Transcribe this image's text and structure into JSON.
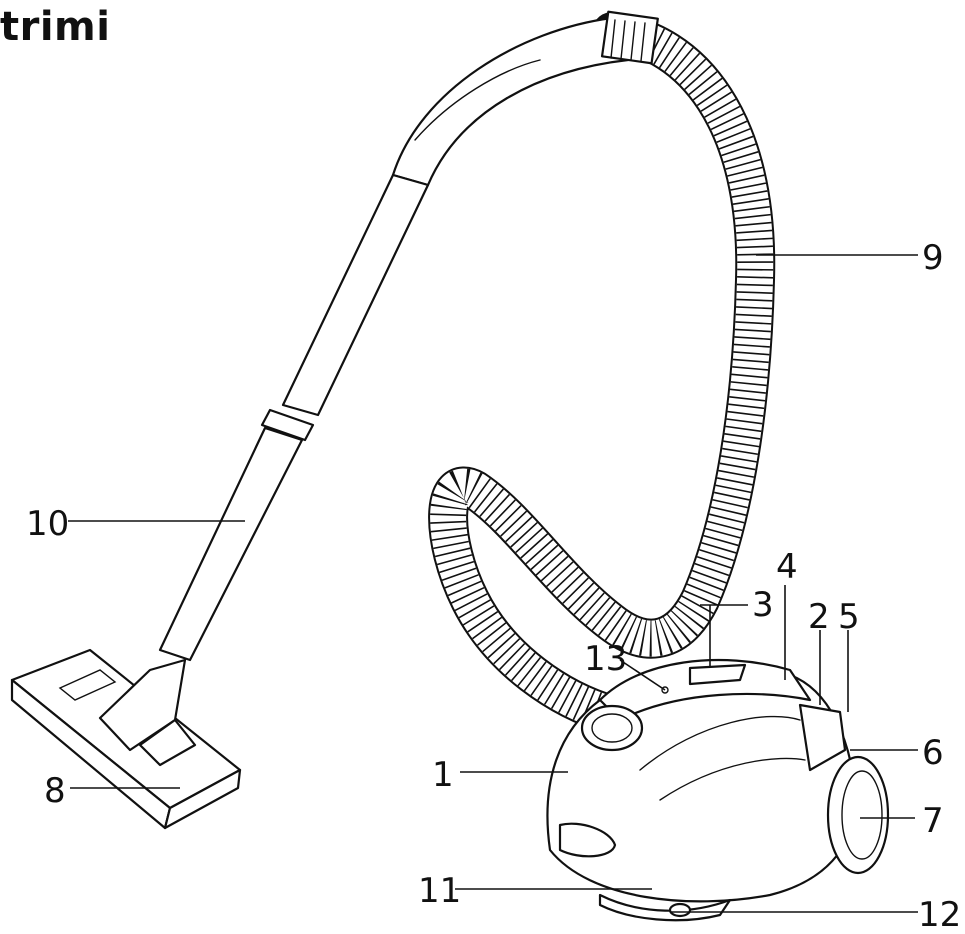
{
  "title": "trimi",
  "labels": {
    "l1": "1",
    "l2": "2",
    "l3": "3",
    "l4": "4",
    "l5": "5",
    "l6": "6",
    "l7": "7",
    "l8": "8",
    "l9": "9",
    "l10": "10",
    "l11": "11",
    "l12": "12",
    "l13": "13"
  }
}
